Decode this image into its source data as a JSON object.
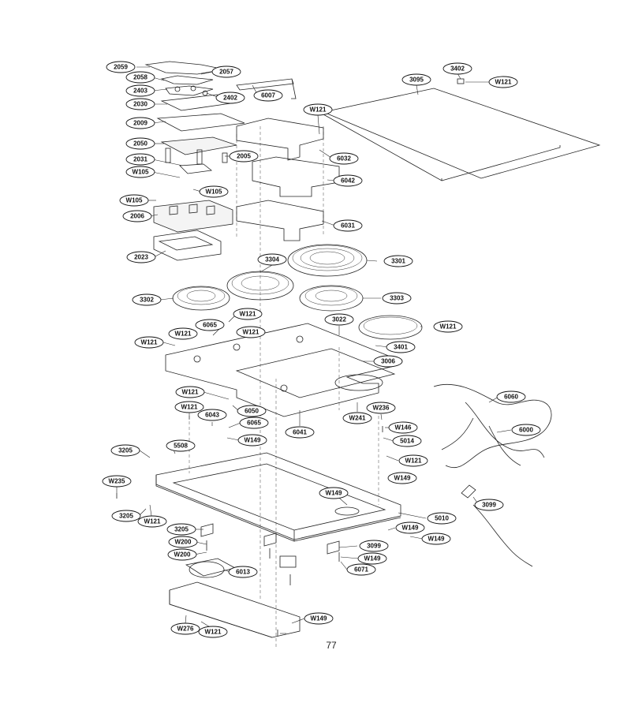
{
  "page_number": "77",
  "callouts": [
    {
      "label": "2059"
    },
    {
      "label": "2057"
    },
    {
      "label": "2058"
    },
    {
      "label": "2403"
    },
    {
      "label": "2402"
    },
    {
      "label": "2030"
    },
    {
      "label": "2009"
    },
    {
      "label": "2050"
    },
    {
      "label": "2031"
    },
    {
      "label": "W105"
    },
    {
      "label": "W105"
    },
    {
      "label": "W105"
    },
    {
      "label": "2006"
    },
    {
      "label": "2023"
    },
    {
      "label": "2005"
    },
    {
      "label": "6007"
    },
    {
      "label": "W121"
    },
    {
      "label": "6032"
    },
    {
      "label": "6042"
    },
    {
      "label": "6031"
    },
    {
      "label": "3095"
    },
    {
      "label": "3402"
    },
    {
      "label": "W121"
    },
    {
      "label": "3304"
    },
    {
      "label": "3301"
    },
    {
      "label": "3302"
    },
    {
      "label": "3303"
    },
    {
      "label": "W121"
    },
    {
      "label": "6065"
    },
    {
      "label": "W121"
    },
    {
      "label": "W121"
    },
    {
      "label": "W121"
    },
    {
      "label": "3022"
    },
    {
      "label": "W121"
    },
    {
      "label": "3401"
    },
    {
      "label": "3006"
    },
    {
      "label": "W121"
    },
    {
      "label": "W121"
    },
    {
      "label": "6050"
    },
    {
      "label": "6043"
    },
    {
      "label": "6065"
    },
    {
      "label": "6041"
    },
    {
      "label": "W241"
    },
    {
      "label": "W236"
    },
    {
      "label": "W146"
    },
    {
      "label": "5014"
    },
    {
      "label": "6060"
    },
    {
      "label": "6000"
    },
    {
      "label": "W149"
    },
    {
      "label": "3205"
    },
    {
      "label": "5508"
    },
    {
      "label": "W121"
    },
    {
      "label": "W149"
    },
    {
      "label": "W235"
    },
    {
      "label": "W149"
    },
    {
      "label": "3205"
    },
    {
      "label": "W121"
    },
    {
      "label": "5010"
    },
    {
      "label": "3099"
    },
    {
      "label": "3205"
    },
    {
      "label": "W149"
    },
    {
      "label": "W149"
    },
    {
      "label": "W200"
    },
    {
      "label": "3099"
    },
    {
      "label": "W200"
    },
    {
      "label": "W149"
    },
    {
      "label": "6071"
    },
    {
      "label": "6013"
    },
    {
      "label": "W149"
    },
    {
      "label": "W276"
    },
    {
      "label": "W121"
    }
  ]
}
